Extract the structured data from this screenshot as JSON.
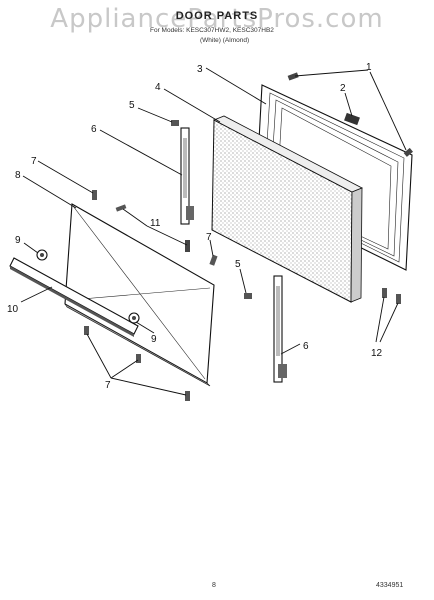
{
  "watermark": "AppliancePartsPros.com",
  "title": "DOOR PARTS",
  "subtitle_models": "For Models: KESC307HW2, KESC307HB2",
  "subtitle_colors": "(White)    (Almond)",
  "page_number": "8",
  "part_number": "4334951",
  "callouts": {
    "c1": "1",
    "c2": "2",
    "c3": "3",
    "c4": "4",
    "c5a": "5",
    "c5b": "5",
    "c6a": "6",
    "c6b": "6",
    "c7a": "7",
    "c7b": "7",
    "c7c": "7",
    "c8": "8",
    "c9a": "9",
    "c9b": "9",
    "c10": "10",
    "c11": "11",
    "c12": "12"
  }
}
